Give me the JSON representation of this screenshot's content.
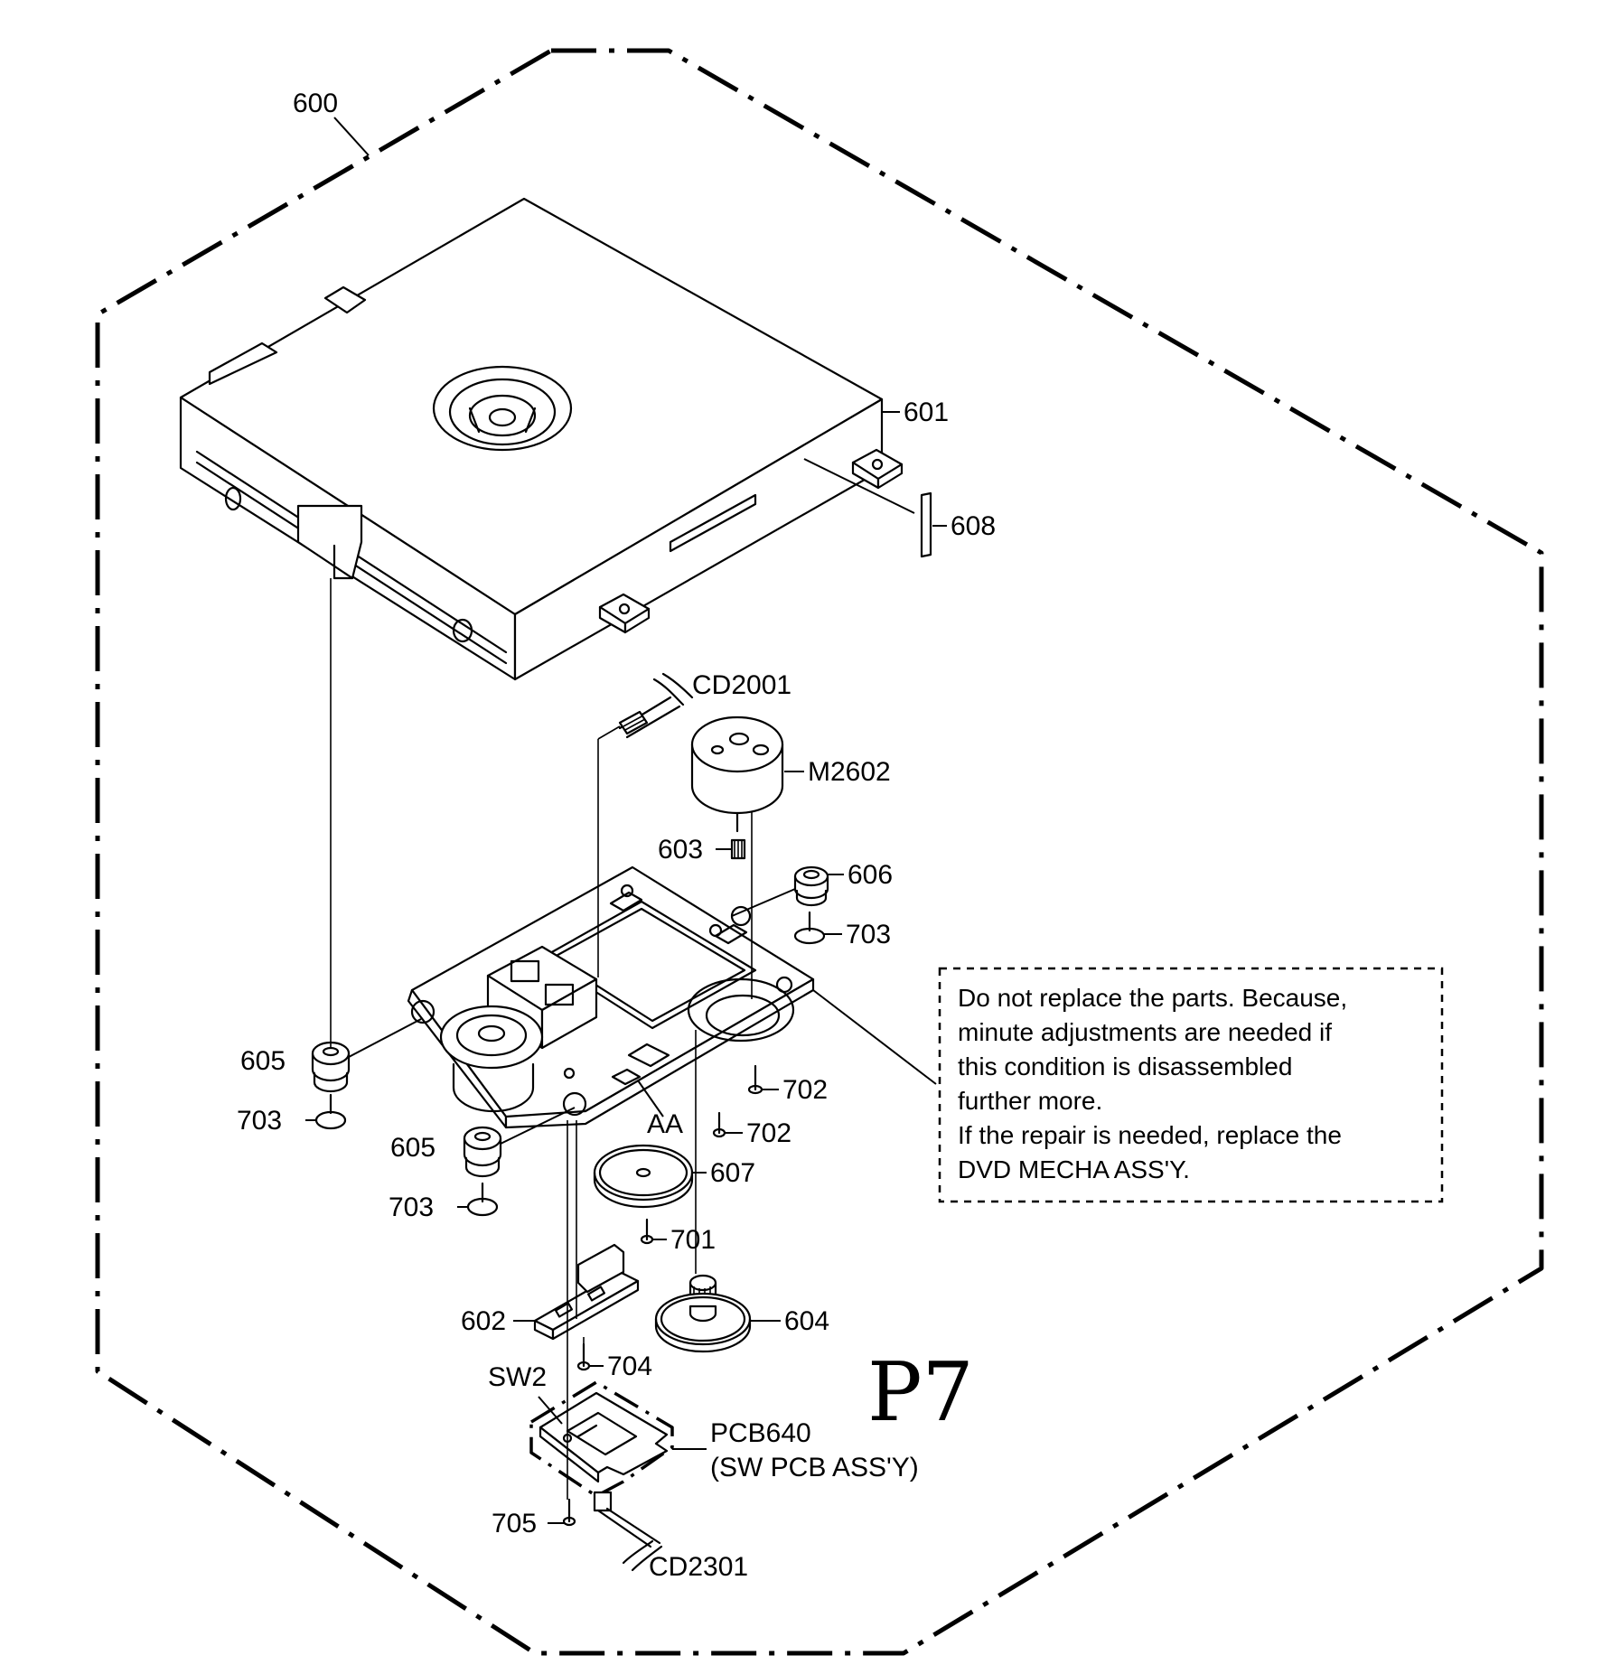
{
  "labels": {
    "l600": "600",
    "l601": "601",
    "l608": "608",
    "cd2001": "CD2001",
    "m2602": "M2602",
    "l603": "603",
    "l606": "606",
    "l703a": "703",
    "l605a": "605",
    "l703b": "703",
    "l605b": "605",
    "l703c": "703",
    "l702a": "702",
    "aa": "AA",
    "l702b": "702",
    "l607": "607",
    "l701": "701",
    "l602": "602",
    "l604": "604",
    "l704": "704",
    "sw2": "SW2",
    "pcb640": "PCB640",
    "pcb640_sub": "(SW PCB ASS'Y)",
    "l705": "705",
    "cd2301": "CD2301"
  },
  "note": {
    "line1": "Do not replace the parts. Because,",
    "line2": "minute adjustments are needed if",
    "line3": "this condition is disassembled",
    "line4": "further more.",
    "line5": "If the repair is needed, replace the",
    "line6": "DVD MECHA ASS'Y."
  },
  "handwritten": "P7"
}
